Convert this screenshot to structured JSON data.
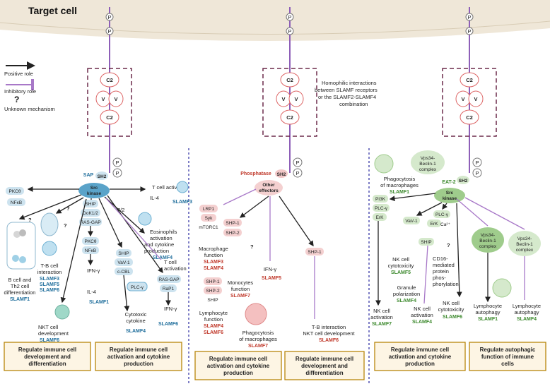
{
  "title": "Target cell",
  "legend": {
    "positive": "Positive role",
    "inhibitory": "Inhibitory role",
    "unknown_symbol": "?",
    "unknown": "Unknown mechanism"
  },
  "homophilic": [
    "Homophilic interactions",
    "between SLAMF receptors",
    "or the SLAMF2-SLAMF4",
    "combination"
  ],
  "p": "P",
  "v": "V",
  "c2": "C2",
  "q": "?",
  "sap": "SAP",
  "sh2": "SH2",
  "eat2": "EAT-2",
  "phosphatase": "Phosphatase",
  "src": [
    "Src",
    "kinase"
  ],
  "other": [
    "Other",
    "effectors"
  ],
  "panel1": {
    "t_activation": "T cell activation",
    "il4": "IL-4",
    "slamf3": "SLAMF3",
    "pkc": "PKCθ",
    "nfkb": "NFκB",
    "bcell": [
      "B cell and",
      "Th2 cell",
      "differentiation"
    ],
    "slamf1": "SLAMF1",
    "tb": [
      "T-B cell",
      "interaction"
    ],
    "tb_slamf": [
      "SLAMF3",
      "SLAMF5",
      "SLAMF6"
    ],
    "nkt": [
      "NKT cell",
      "development"
    ],
    "nkt_slamf": "SLAMF6",
    "ship": "SHIP",
    "dok": "DoK1/2",
    "rasgap": "RAS-GAP",
    "pkc2": "PKCθ",
    "nfkb2": "NFκB",
    "ship2": "SHIP",
    "vav": "VaV-1",
    "ccbl": "c-CBL",
    "plcg": "PLC-γ",
    "ifng": "IFN-γ",
    "il4b": "IL-4",
    "slamf1b": "SLAMF1",
    "cytotoxic": [
      "Cytotoxic",
      "cytokine"
    ],
    "slamf4": "SLAMF4",
    "eos": [
      "Eosinophils",
      "activation",
      "and cytokine",
      "production"
    ],
    "eos_slamf": "SLAMF4",
    "q12": "?/2",
    "t_act2": [
      "T cell",
      "activation"
    ],
    "rasgap2": "RAS-GAP",
    "rap1": "RaP1",
    "ifng2": "IFN-γ",
    "slamf6": "SLAMF6"
  },
  "panel2": {
    "lrp1": "LRP1",
    "syk": "Syk",
    "mtorc1": "mTORC1",
    "shp1": "SHP-1",
    "shp2": "SHP-2",
    "macro": [
      "Macrophage",
      "function"
    ],
    "macro_slamf": [
      "SLAMF3",
      "SLAMF4"
    ],
    "mono": [
      "Monocytes",
      "function"
    ],
    "mono_slamf": "SLAMF7",
    "ifng": "IFN-γ",
    "ifng_slamf": "SLAMF5",
    "shp1b": "SHP-1",
    "shp2b": "SHP-2",
    "shipb": "SHIP",
    "lympho": [
      "Lymphocyte",
      "function"
    ],
    "lympho_slamf": [
      "SLAMF4",
      "SLAMF6"
    ],
    "phago": [
      "Phagocytosis",
      "of macrophages"
    ],
    "phago_slamf": "SLAMF7",
    "shp1c": "SHP-1",
    "tb": [
      "T-B interaction",
      "NKT cell development"
    ],
    "tb_slamf": "SLAMF6"
  },
  "panel3": {
    "phago": [
      "Phagocytosis",
      "of macrophages"
    ],
    "phago_slamf": "SLAMF1",
    "vps": [
      "Vps34-",
      "Beclin-1",
      "complex"
    ],
    "pi3k": "PI3K",
    "plcg": "PLC-γ",
    "erk": "ErK",
    "vav": "VaV-1",
    "plcg2": "PLC-γ",
    "erk2": "ErK",
    "ca": "Ca²⁺",
    "ship": "SHIP",
    "nk_cyto": [
      "NK cell",
      "cytotoxicity"
    ],
    "nk_cyto_slamf": "SLAMF5",
    "cd16": [
      "CD16-",
      "mediated",
      "protein",
      "phos-",
      "phorylation"
    ],
    "granule": [
      "Granule",
      "polarization"
    ],
    "granule_slamf": "SLAMF4",
    "nk_act": [
      "NK cell",
      "activation"
    ],
    "nk_act_slamf": "SLAMF7",
    "nk_act2": [
      "NK cell",
      "activation"
    ],
    "nk_act2_slamf": "SLAMF4",
    "nk_cyto2": [
      "NK cell",
      "cytotoxicity"
    ],
    "nk_cyto2_slamf": "SLAMF6",
    "vps2": [
      "Vps34-",
      "Beclin-1",
      "complex"
    ],
    "vps3": [
      "Vps34-",
      "Beclin-1",
      "complex"
    ],
    "lymph_auto": [
      "Lymphocyte",
      "autophagy"
    ],
    "lymph_auto_slamf": "SLAMF1",
    "lymph_auto2": [
      "Lymphocyte",
      "autophagy"
    ],
    "lymph_auto2_slamf": "SLAMF4"
  },
  "boxes": [
    [
      "Regulate immune cell",
      "development and",
      "differentiation"
    ],
    [
      "Regulate immune cell",
      "activation and cytokine",
      "production"
    ],
    [
      "Regulate immune cell",
      "activation and cytokine",
      "production"
    ],
    [
      "Regulate immune cell",
      "development and",
      "differentiation"
    ],
    [
      "Regulate immune cell",
      "activation and cytokine",
      "production"
    ],
    [
      "Regulate autophagic",
      "function of immune",
      "cells"
    ]
  ],
  "colors": {
    "membrane": "#e9e1d3",
    "receptor": "#8e5fb8",
    "blue_accent": "#1f6e9c",
    "red_accent": "#c0392b",
    "green_accent": "#3d8a2e",
    "box_border": "#b8860b",
    "box_fill": "#fdf5e4"
  }
}
